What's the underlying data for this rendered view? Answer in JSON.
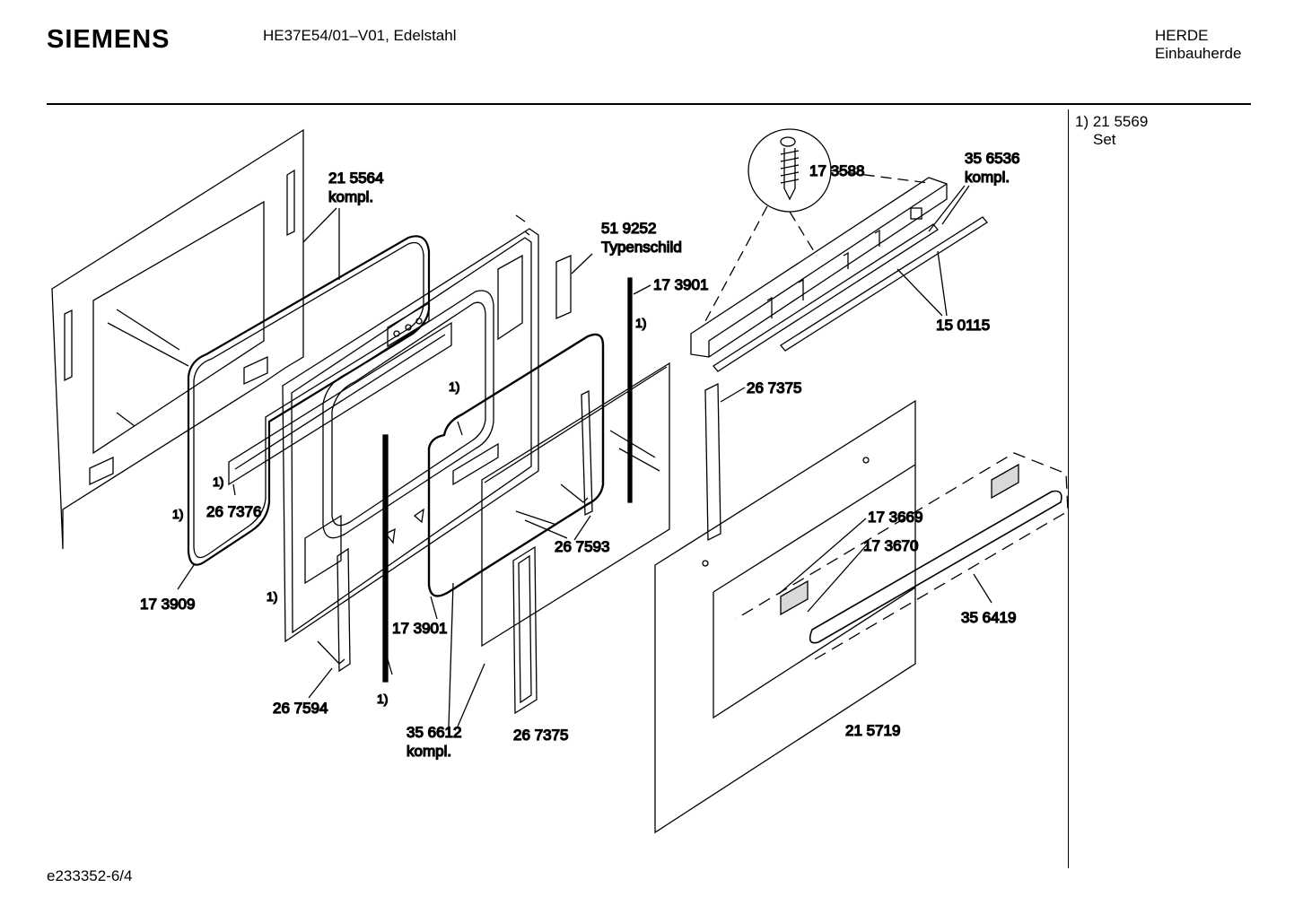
{
  "header": {
    "brand": "SIEMENS",
    "model": "HE37E54/01–V01, Edelstahl",
    "category_line1": "HERDE",
    "category_line2": "Einbauherde"
  },
  "sidebar_note": {
    "line1": "1) 21 5569",
    "line2": "Set"
  },
  "footer": {
    "code": "e233352-6/4"
  },
  "labels": {
    "p215564": "21 5564",
    "p215564_sub": "kompl.",
    "p519252": "51 9252",
    "p519252_sub": "Typenschild",
    "p173901_top": "17 3901",
    "p173588": "17 3588",
    "p356536": "35 6536",
    "p356536_sub": "kompl.",
    "p150115": "15 0115",
    "p267375_top": "26 7375",
    "p267376": "26 7376",
    "p173909": "17 3909",
    "p267593": "26 7593",
    "p173669": "17 3669",
    "p173670": "17 3670",
    "p356419": "35 6419",
    "p173901_bottom": "17 3901",
    "p267594": "26 7594",
    "p356612": "35 6612",
    "p356612_sub": "kompl.",
    "p267375_bottom": "26 7375",
    "p215719": "21 5719",
    "fn1": "1)",
    "fn2": "1)",
    "fn3": "1)",
    "fn4": "1)",
    "fn5": "1)",
    "fn6": "1)",
    "fn7": "1)"
  }
}
